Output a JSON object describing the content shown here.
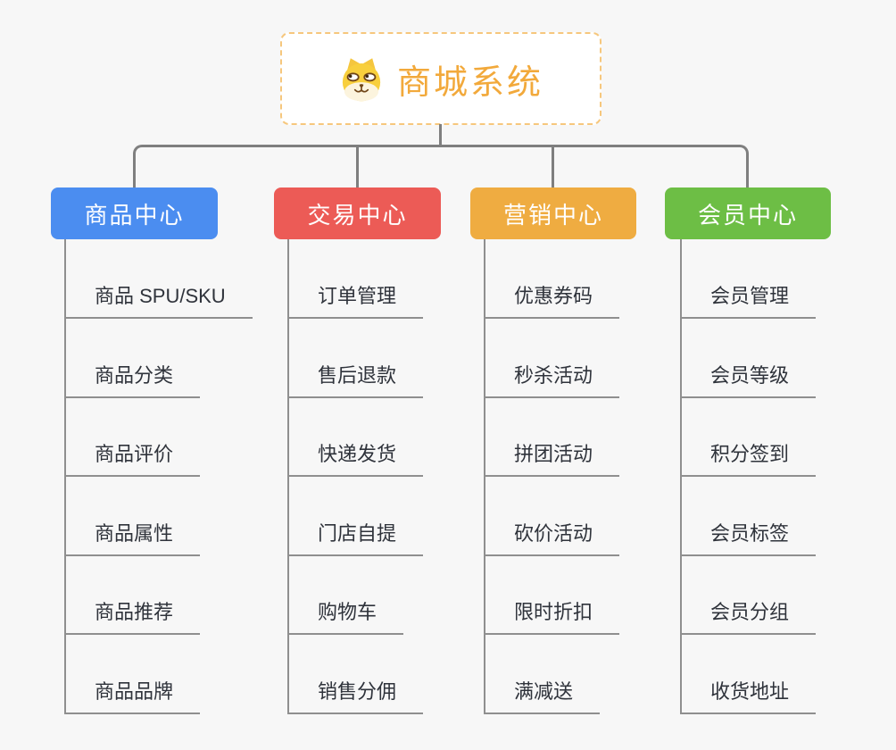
{
  "page": {
    "background_color": "#F7F7F7"
  },
  "root": {
    "title": "商城系统",
    "title_color": "#F2A93B",
    "border_color": "#F6C77D",
    "background_color": "#FFFFFF",
    "icon": "dog-face-icon"
  },
  "connectors": {
    "trunk_color": "#7F7F7F",
    "leaf_line_color": "#8F8F8F"
  },
  "branches": [
    {
      "label": "商品中心",
      "color": "#4B8DF0",
      "children": [
        "商品 SPU/SKU",
        "商品分类",
        "商品评价",
        "商品属性",
        "商品推荐",
        "商品品牌"
      ]
    },
    {
      "label": "交易中心",
      "color": "#EC5B56",
      "children": [
        "订单管理",
        "售后退款",
        "快递发货",
        "门店自提",
        "购物车",
        "销售分佣"
      ]
    },
    {
      "label": "营销中心",
      "color": "#EFAC41",
      "children": [
        "优惠券码",
        "秒杀活动",
        "拼团活动",
        "砍价活动",
        "限时折扣",
        "满减送"
      ]
    },
    {
      "label": "会员中心",
      "color": "#6DBE45",
      "children": [
        "会员管理",
        "会员等级",
        "积分签到",
        "会员标签",
        "会员分组",
        "收货地址"
      ]
    }
  ]
}
